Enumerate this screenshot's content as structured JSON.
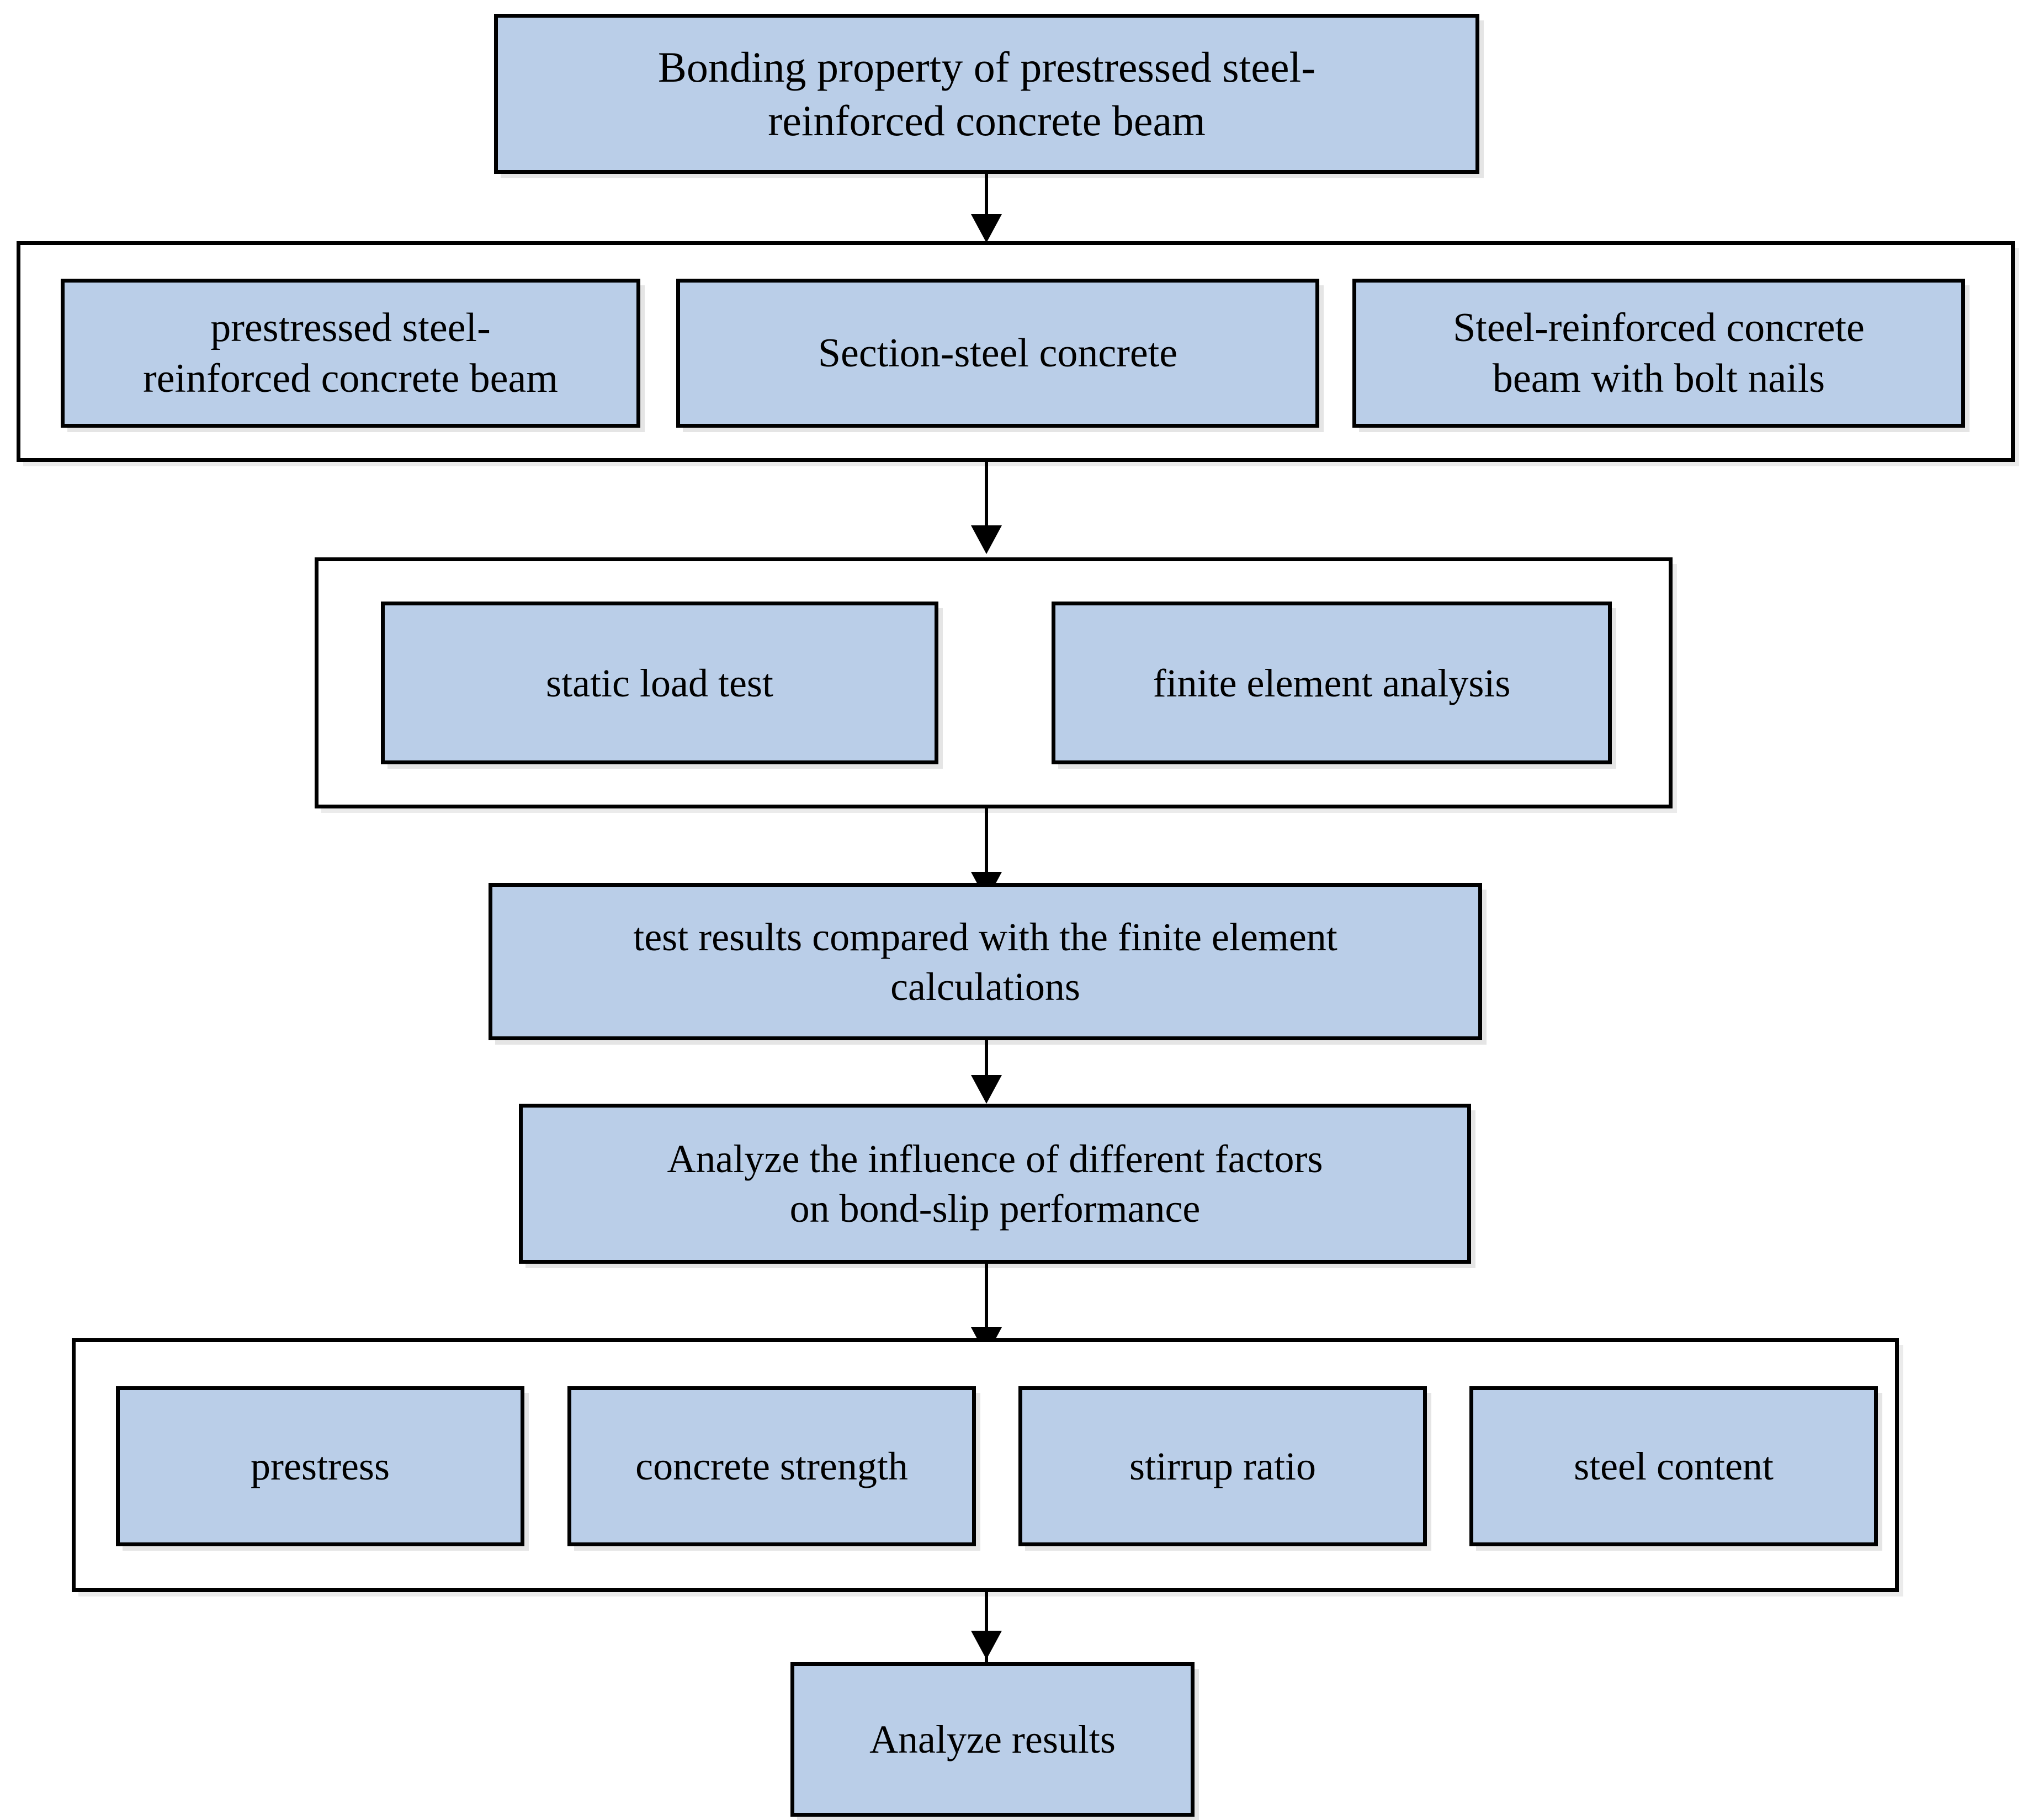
{
  "diagram": {
    "type": "flowchart",
    "orientation": "top-to-bottom",
    "fill_color": "#bacee8",
    "stroke_color": "#000000",
    "background_color": "#ffffff",
    "nodes": {
      "title": "Bonding property of prestressed steel-\nreinforced concrete beam",
      "objects": [
        "prestressed steel-\nreinforced concrete beam",
        "Section-steel concrete",
        "Steel-reinforced concrete\nbeam with bolt nails"
      ],
      "methods": [
        "static load test",
        "finite element analysis"
      ],
      "comparison": "test results compared with the finite element\ncalculations",
      "analysis": "Analyze the influence of different factors\non bond-slip performance",
      "factors": [
        "prestress",
        "concrete strength",
        "stirrup ratio",
        "steel content"
      ],
      "conclusion": "Analyze results"
    },
    "edges": [
      {
        "from": "title",
        "to": "objects-group"
      },
      {
        "from": "objects-group",
        "to": "methods-group"
      },
      {
        "from": "methods-group",
        "to": "comparison"
      },
      {
        "from": "comparison",
        "to": "analysis"
      },
      {
        "from": "analysis",
        "to": "factors-group"
      },
      {
        "from": "factors-group",
        "to": "conclusion"
      }
    ]
  }
}
